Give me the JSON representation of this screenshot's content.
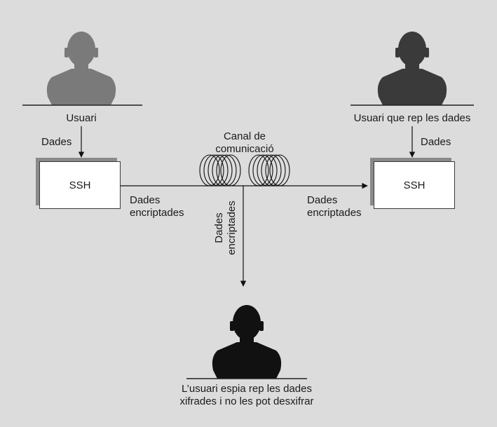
{
  "colors": {
    "background": "#dcdcdc",
    "sender": "#7a7a7a",
    "receiver": "#3a3a3a",
    "spy": "#111111"
  },
  "icons": {
    "sender": "person-silhouette-icon",
    "receiver": "person-silhouette-icon",
    "spy": "person-silhouette-icon",
    "channel": "cable-coil-icon"
  },
  "sender": {
    "label": "Usuari",
    "data_label": "Dades",
    "box_label": "SSH",
    "out_label": [
      "Dades",
      "encriptades"
    ]
  },
  "receiver": {
    "label": "Usuari que rep les dades",
    "data_label": "Dades",
    "box_label": "SSH",
    "in_label": [
      "Dades",
      "encriptades"
    ]
  },
  "channel": {
    "label": [
      "Canal de",
      "comunicació"
    ]
  },
  "spy": {
    "branch_label": [
      "Dades",
      "encriptades"
    ],
    "caption": [
      "L’usuari espia rep les dades",
      "xifrades i no les pot desxifrar"
    ]
  }
}
